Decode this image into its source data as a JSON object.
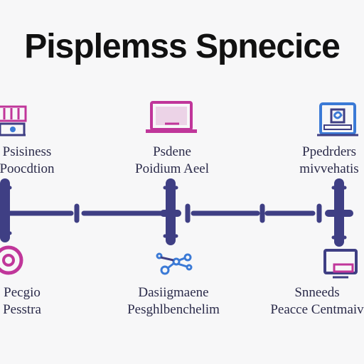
{
  "title": "Pisplemss Spnecice",
  "colors": {
    "accent_purple": "#c0369a",
    "connector_navy": "#3f3f84",
    "icon_blue": "#3b7ad6",
    "title_text": "#111111"
  },
  "top_row": [
    {
      "icon": "keyboard-icon",
      "line1": "Psisiness",
      "line2": "Poocdtion"
    },
    {
      "icon": "laptop-icon",
      "line1": "Psdene",
      "line2": "Poidium Aeel"
    },
    {
      "icon": "computer-screen-icon",
      "line1": "Ppedrders",
      "line2": "mivvehatis"
    }
  ],
  "bottom_row": [
    {
      "icon": "target-icon",
      "line1": "Pecgio",
      "line2": "Pesstra"
    },
    {
      "icon": "network-nodes-icon",
      "line1": "Dasiigmaene",
      "line2": "Pesghlbenchelim"
    },
    {
      "icon": "monitor-icon",
      "line1": "Snneeds",
      "line2": "Peacce Centmaiv"
    }
  ]
}
